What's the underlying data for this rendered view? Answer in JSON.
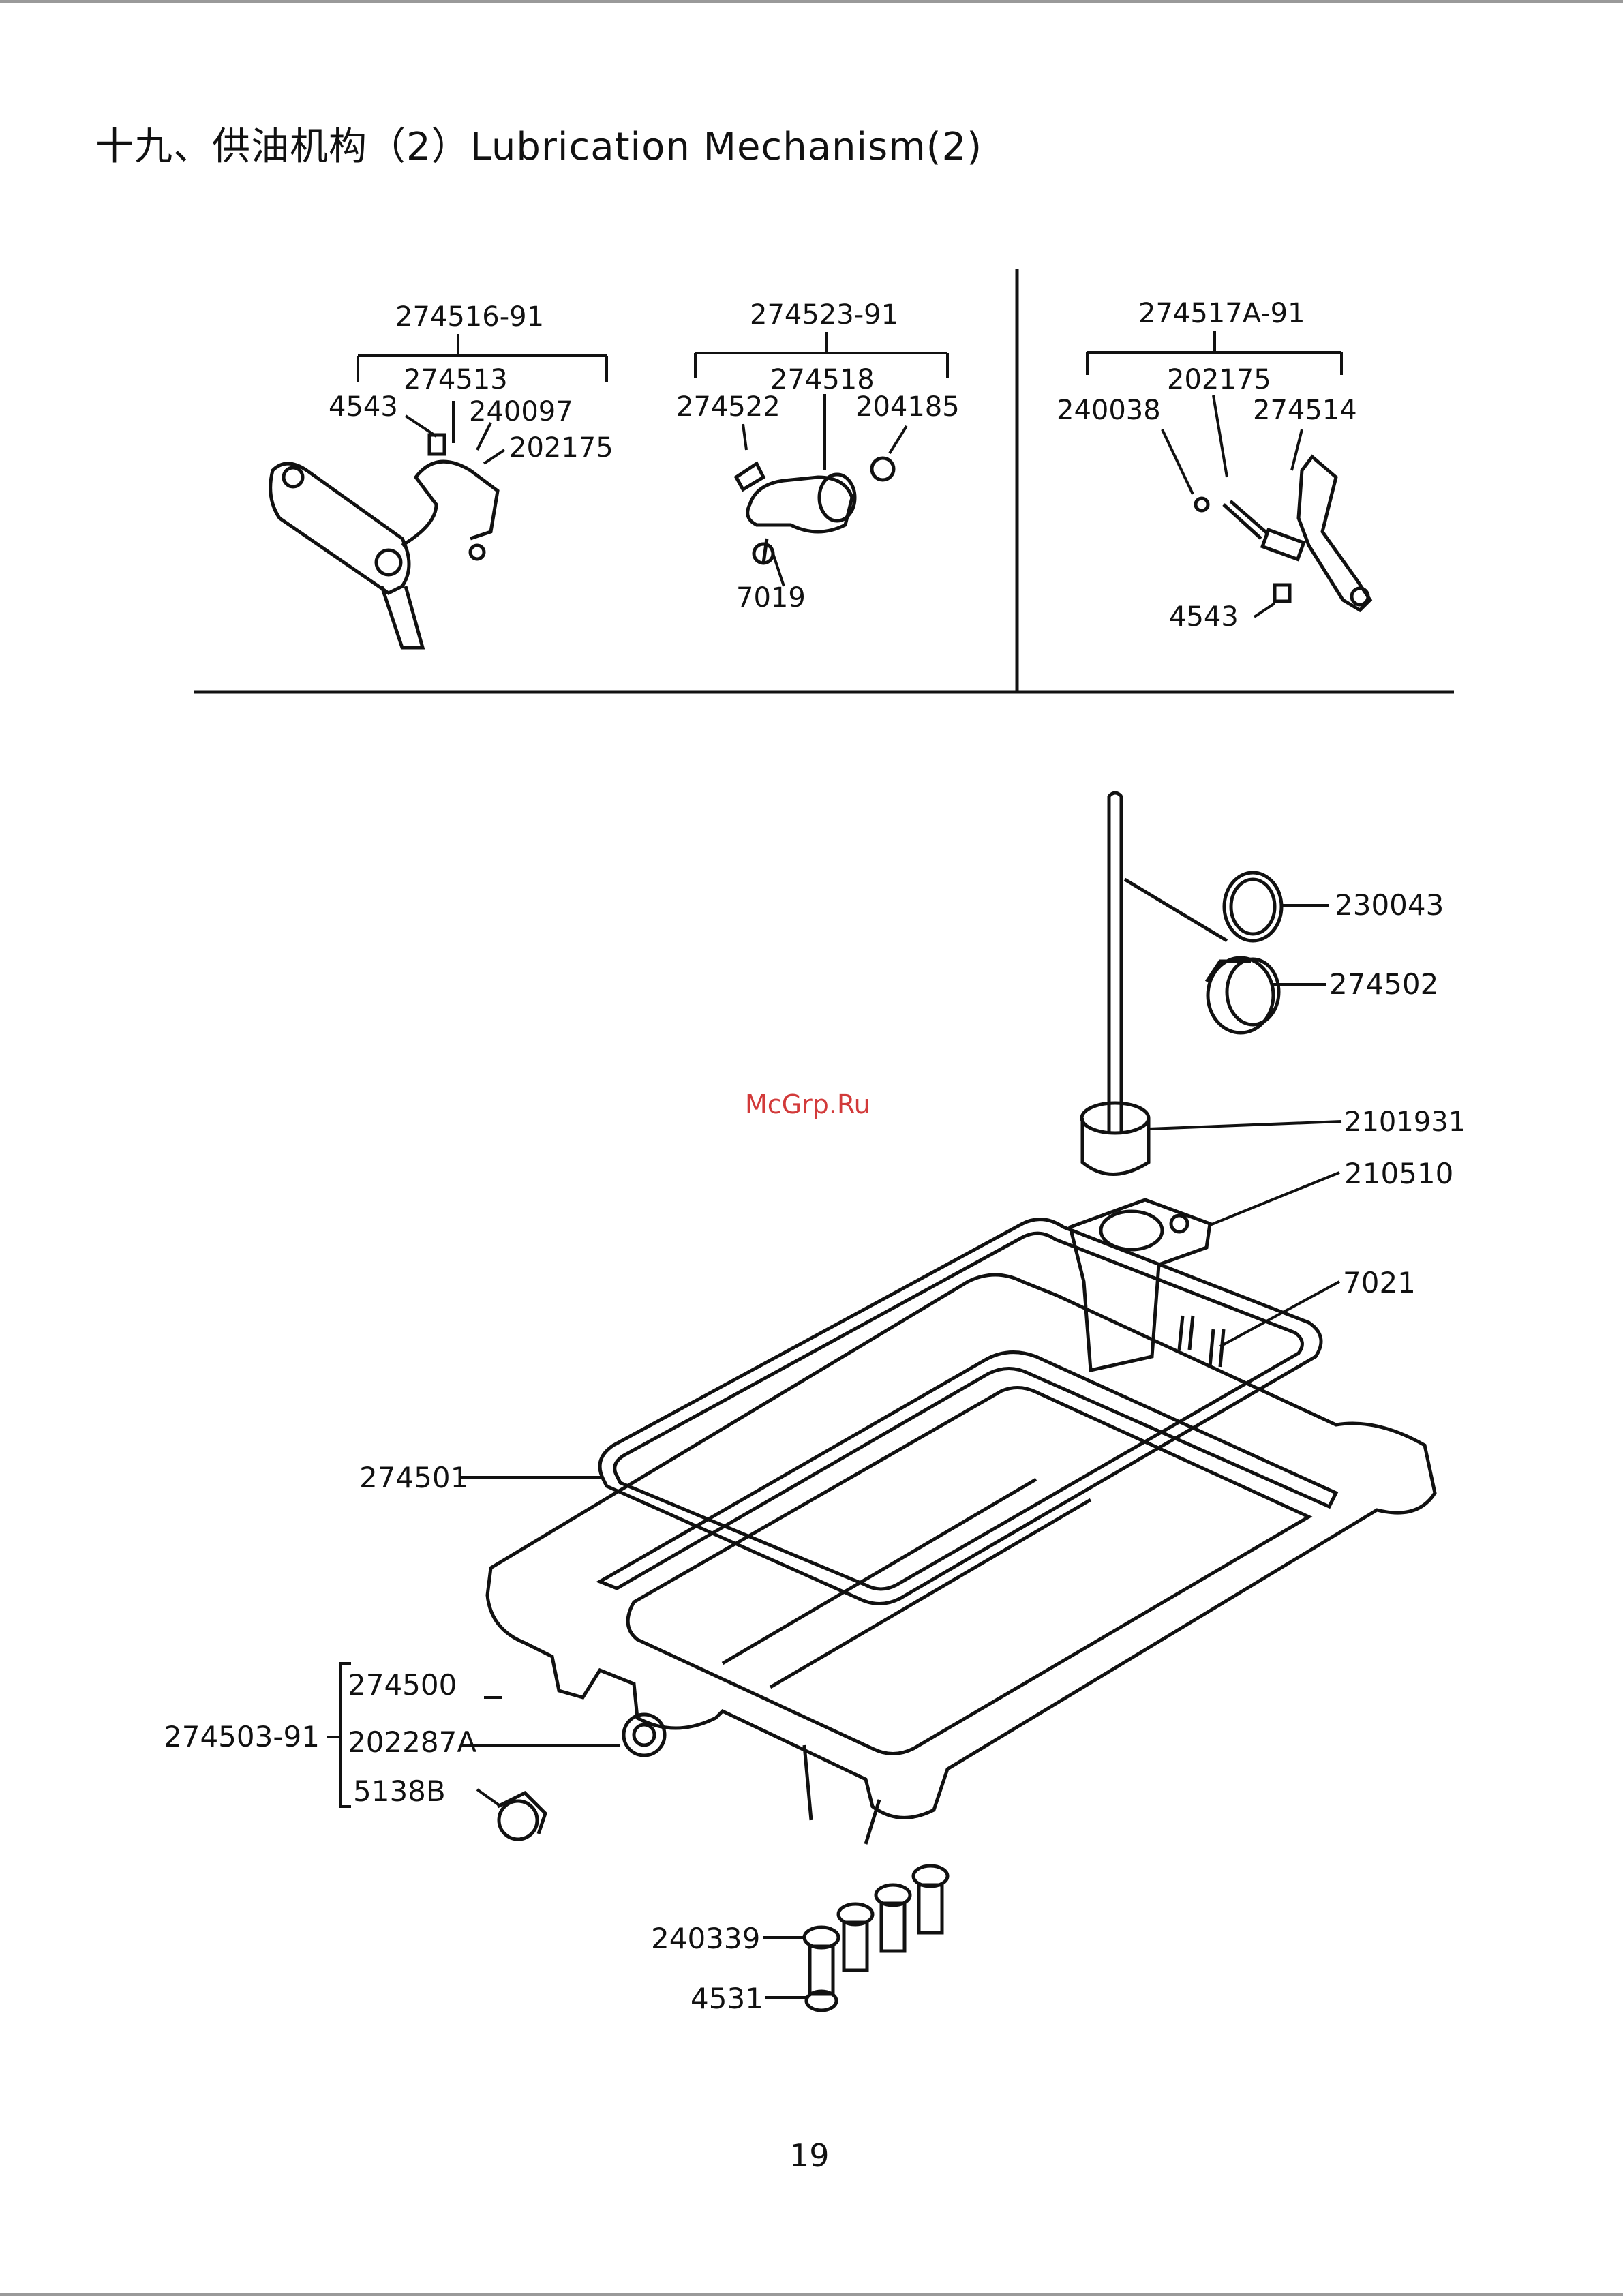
{
  "title": "十九、供油机构（2）Lubrication Mechanism(2)",
  "watermark": "McGrp.Ru",
  "page_number": "19",
  "top_groups": [
    {
      "assembly": "274516-91",
      "parts": [
        "274513",
        "4543",
        "240097",
        "202175"
      ]
    },
    {
      "assembly": "274523-91",
      "parts": [
        "274518",
        "274522",
        "204185",
        "7019"
      ]
    },
    {
      "assembly": "274517A-91",
      "parts": [
        "202175",
        "240038",
        "274514",
        "4543"
      ]
    }
  ],
  "main_labels": {
    "p230043": "230043",
    "p274502": "274502",
    "p2101931": "2101931",
    "p210510": "210510",
    "p7021": "7021",
    "p274501": "274501",
    "p274500": "274500",
    "p274503": "274503-91",
    "p202287A": "202287A",
    "p5138B": "5138B",
    "p240339": "240339",
    "p4531": "4531"
  }
}
